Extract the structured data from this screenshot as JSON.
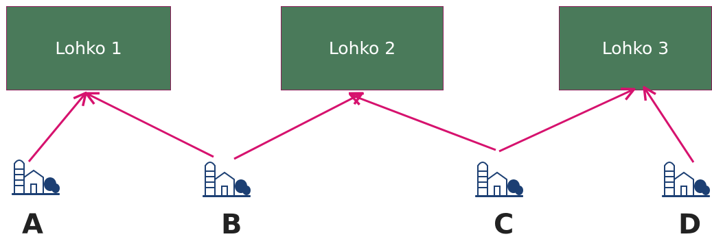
{
  "blocks": [
    {
      "label": "Lohko 1"
    },
    {
      "label": "Lohko 2"
    },
    {
      "label": "Lohko 3"
    }
  ],
  "farms": [
    {
      "label": "A"
    },
    {
      "label": "B"
    },
    {
      "label": "C"
    },
    {
      "label": "D"
    }
  ],
  "links": [
    {
      "from": "A",
      "to": "Lohko 1"
    },
    {
      "from": "B",
      "to": "Lohko 1"
    },
    {
      "from": "B",
      "to": "Lohko 2"
    },
    {
      "from": "C",
      "to": "Lohko 2"
    },
    {
      "from": "C",
      "to": "Lohko 3"
    },
    {
      "from": "D",
      "to": "Lohko 3"
    }
  ],
  "colors": {
    "block_fill": "#4a7a5a",
    "block_border": "#8a1d58",
    "arrow": "#d6126e",
    "farm_ink": "#1c3f73"
  },
  "icons": {
    "farm": "farm-silo-barn-icon"
  }
}
